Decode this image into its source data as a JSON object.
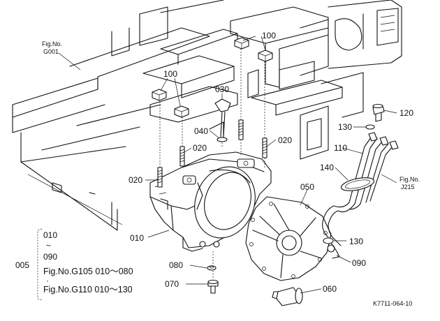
{
  "labels": {
    "fig_g001": [
      "Fig.No.",
      "G001"
    ],
    "fig_j215": [
      "Fig.No.",
      "J215"
    ],
    "part_100_a": "100",
    "part_100_b": "100",
    "part_030": "030",
    "part_040": "040",
    "part_020_a": "020",
    "part_020_b": "020",
    "part_020_c": "020",
    "part_120": "120",
    "part_130_a": "130",
    "part_110": "110",
    "part_140": "140",
    "part_050": "050",
    "part_010": "010",
    "part_130_b": "130",
    "part_090": "090",
    "part_080": "080",
    "part_070": "070",
    "part_060": "060",
    "part_005": "005",
    "range_start": "010",
    "range_tilde": "~",
    "range_end": "090",
    "ref_g105": "Fig.No.G105  010～080",
    "ref_dot": "·",
    "ref_g110": "Fig.No.G110  010～130",
    "drawing_code": "K7711-064-10"
  }
}
